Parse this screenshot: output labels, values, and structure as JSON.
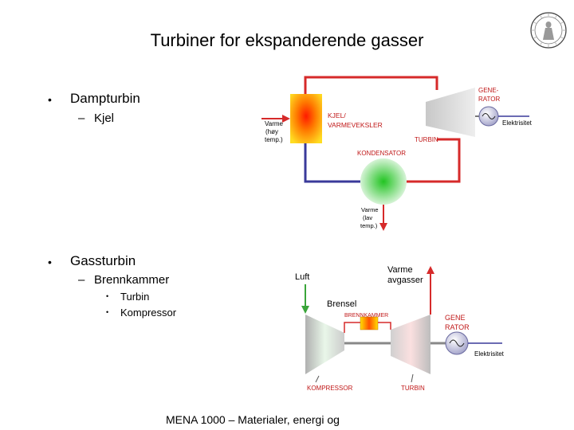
{
  "slide": {
    "title": "Turbiner for ekspanderende gasser",
    "bullets": [
      {
        "marker": "•",
        "text": "Dampturbin",
        "sub": [
          {
            "marker": "–",
            "text": "Kjel"
          }
        ]
      },
      {
        "marker": "•",
        "text": "Gassturbin",
        "sub": [
          {
            "marker": "–",
            "text": "Brennkammer"
          }
        ],
        "subsub": [
          {
            "marker": "•",
            "text": "Turbin"
          },
          {
            "marker": "•",
            "text": "Kompressor"
          }
        ]
      }
    ],
    "footer": "MENA 1000 – Materialer, energi og"
  },
  "steam_diagram": {
    "heat_in_lines": [
      "Varme",
      "(høy",
      "temp.)"
    ],
    "boiler_lines": [
      "KJEL/",
      "VARMEVEKSLER"
    ],
    "generator_lines": [
      "GENE-",
      "RATOR"
    ],
    "electricity": "Elektrisitet",
    "turbine": "TURBIN",
    "condenser": "KONDENSATOR",
    "heat_out_lines": [
      "Varme",
      "(lav",
      "temp.)"
    ]
  },
  "gas_diagram": {
    "air": "Luft",
    "exhaust_lines": [
      "Varme",
      "avgasser"
    ],
    "fuel": "Brensel",
    "combustor": "BRENNKAMMER",
    "generator_lines": [
      "GENE",
      "RATOR"
    ],
    "electricity": "Elektrisitet",
    "compressor": "KOMPRESSOR",
    "turbine": "TURBIN"
  },
  "colors": {
    "red": "#d62a2a",
    "blue": "#3a3a9a",
    "green": "#3aa53a",
    "label_red": "#c01818"
  },
  "logo": {
    "name": "university-seal-icon"
  }
}
